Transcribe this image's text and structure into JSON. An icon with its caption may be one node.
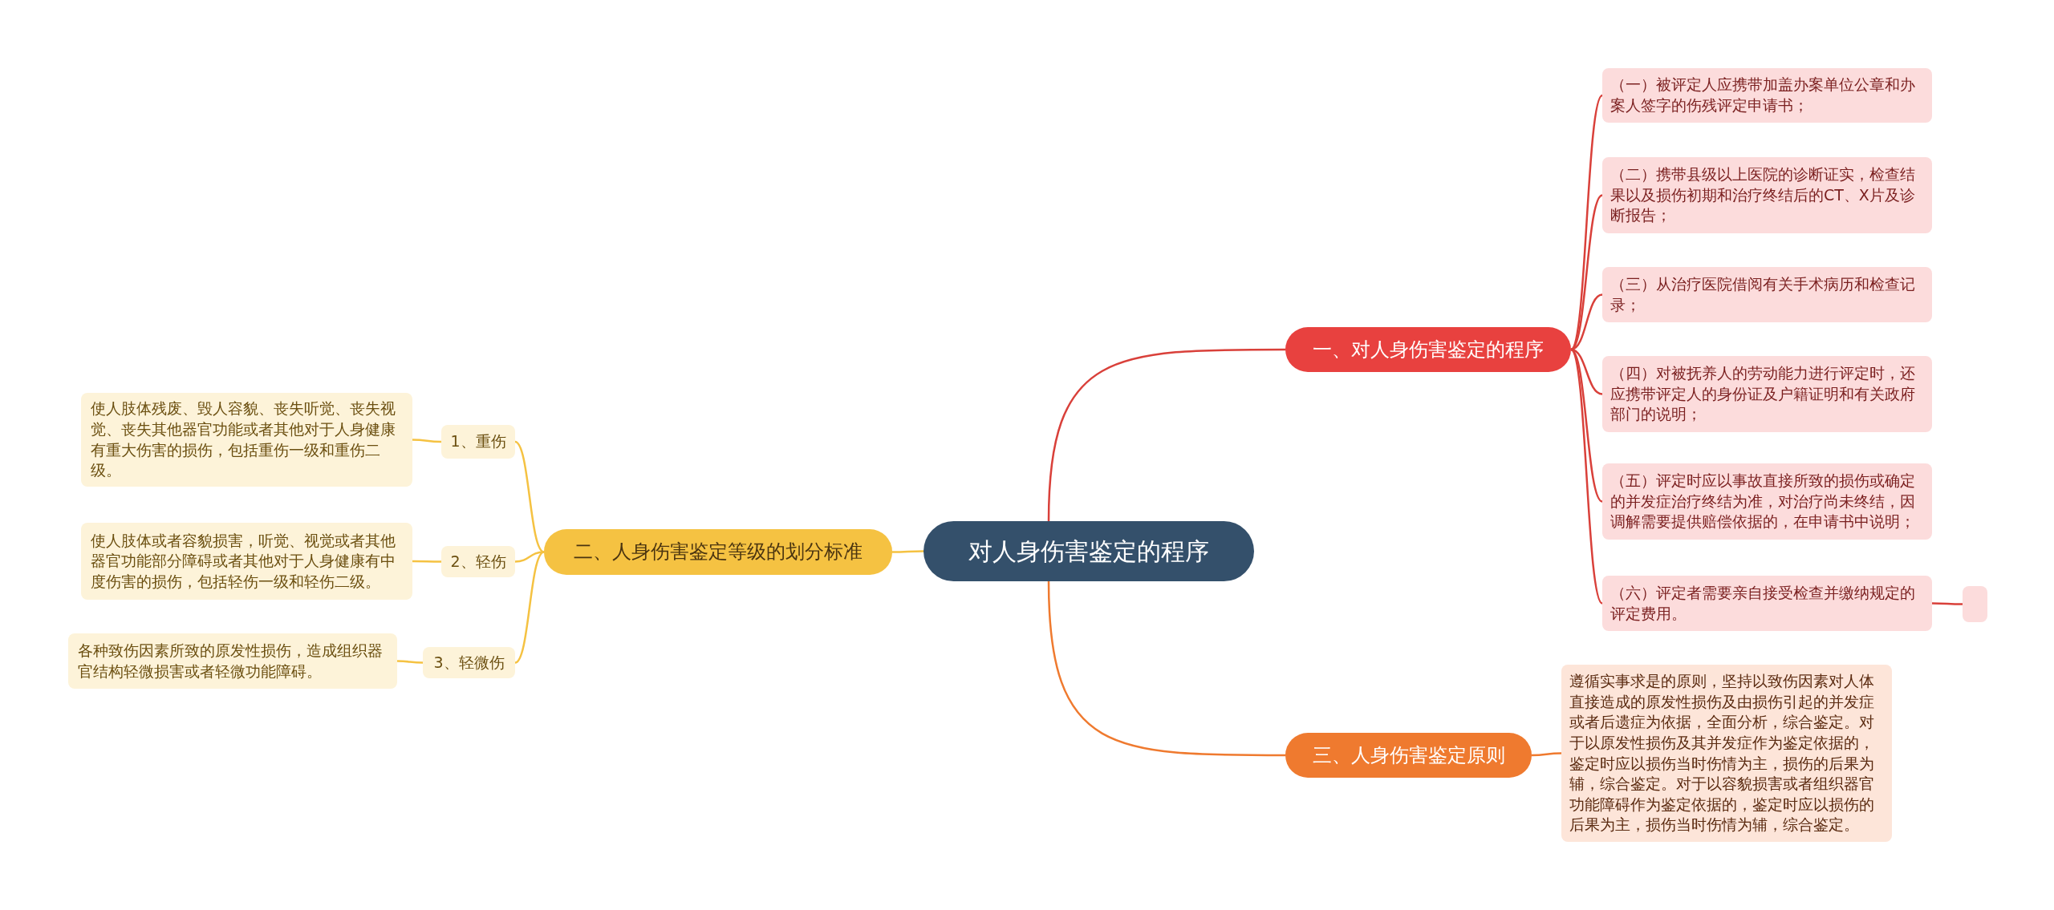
{
  "diagram": {
    "nodes": [
      {
        "text": [
          "对人身伤害鉴定的程序"
        ]
      },
      {
        "text": [
          "一、对人身伤害鉴定的程序"
        ]
      },
      {
        "text": [
          "（一）被评定人应携带加盖办案单位公章和办案人签字的伤残评定申请书；"
        ]
      },
      {
        "text": [
          "（二）携带县级以上医院的诊断证实，检查结果以及损伤初期和治疗终结后的CT、X片及诊断报告；"
        ]
      },
      {
        "text": [
          "（三）从治疗医院借阅有关手术病历和检查记录；"
        ]
      },
      {
        "text": [
          "（四）对被抚养人的劳动能力进行评定时，还应携带评定人的身份证及户籍证明和有关政府部门的说明；"
        ]
      },
      {
        "text": [
          "（五）评定时应以事故直接所致的损伤或确定的并发症治疗终结为准，对治疗尚未终结，因调解需要提供赔偿依据的，在申请书中说明；"
        ]
      },
      {
        "text": [
          "（六）评定者需要亲自接受检查并缴纳规定的评定费用。"
        ]
      },
      {
        "text": [],
        "shape": "box"
      },
      {
        "text": [
          "二、人身伤害鉴定等级的划分标准"
        ]
      },
      {
        "text": [
          "1、重伤"
        ]
      },
      {
        "text": [
          "使人肢体残废、毁人容貌、丧失听觉、丧失视觉、丧失其他器官功能或者其他对于人身健康有重大伤害的损伤，包括重伤一级和重伤二级。"
        ]
      },
      {
        "text": [
          "2、轻伤"
        ]
      },
      {
        "text": [
          "使人肢体或者容貌损害，听觉、视觉或者其他器官功能部分障碍或者其他对于人身健康有中度伤害的损伤，包括轻伤一级和轻伤二级。"
        ]
      },
      {
        "text": [
          "3、轻微伤"
        ]
      },
      {
        "text": [
          "各种致伤因素所致的原发性损伤，造成组织器官结构轻微损害或者轻微功能障碍。"
        ]
      },
      {
        "text": [
          "三、人身伤害鉴定原则"
        ]
      },
      {
        "text": [
          "遵循实事求是的原则，坚持以致伤因素对人体直接造成的原发性损伤及由损伤引起的并发症或者后遗症为依据，全面分析，综合鉴定。对于以原发性损伤及其并发症作为鉴定依据的，鉴定时应以损伤当时伤情为主，损伤的后果为辅，综合鉴定。对于以容貌损害或者组织器官功能障碍作为鉴定依据的，鉴定时应以损伤的后果为主，损伤当时伤情为辅，综合鉴定。"
        ]
      }
    ],
    "edges": [
      {
        "from": 0,
        "to": 1,
        "arrow": "none"
      },
      {
        "from": 1,
        "to": 2,
        "arrow": "none"
      },
      {
        "from": 1,
        "to": 3,
        "arrow": "none"
      },
      {
        "from": 1,
        "to": 4,
        "arrow": "none"
      },
      {
        "from": 1,
        "to": 5,
        "arrow": "none"
      },
      {
        "from": 1,
        "to": 6,
        "arrow": "none"
      },
      {
        "from": 1,
        "to": 7,
        "arrow": "none"
      },
      {
        "from": 7,
        "to": 8,
        "arrow": "none"
      },
      {
        "from": 0,
        "to": 9,
        "arrow": "none",
        "color": "#f5c242"
      },
      {
        "from": 9,
        "to": 10,
        "arrow": "none",
        "color": "#f5c242"
      },
      {
        "from": 10,
        "to": 11,
        "arrow": "none",
        "color": "#f5c242"
      },
      {
        "from": 9,
        "to": 12,
        "arrow": "none",
        "color": "#f5c242"
      },
      {
        "from": 12,
        "to": 13,
        "arrow": "none",
        "color": "#f5c242"
      },
      {
        "from": 9,
        "to": 14,
        "arrow": "none",
        "color": "#f5c242"
      },
      {
        "from": 14,
        "to": 15,
        "arrow": "none",
        "color": "#f5c242"
      },
      {
        "from": 0,
        "to": 16,
        "arrow": "none",
        "color": "#ef7a2f"
      },
      {
        "from": 16,
        "to": 17,
        "arrow": "none",
        "color": "#ef7a2f"
      }
    ]
  }
}
